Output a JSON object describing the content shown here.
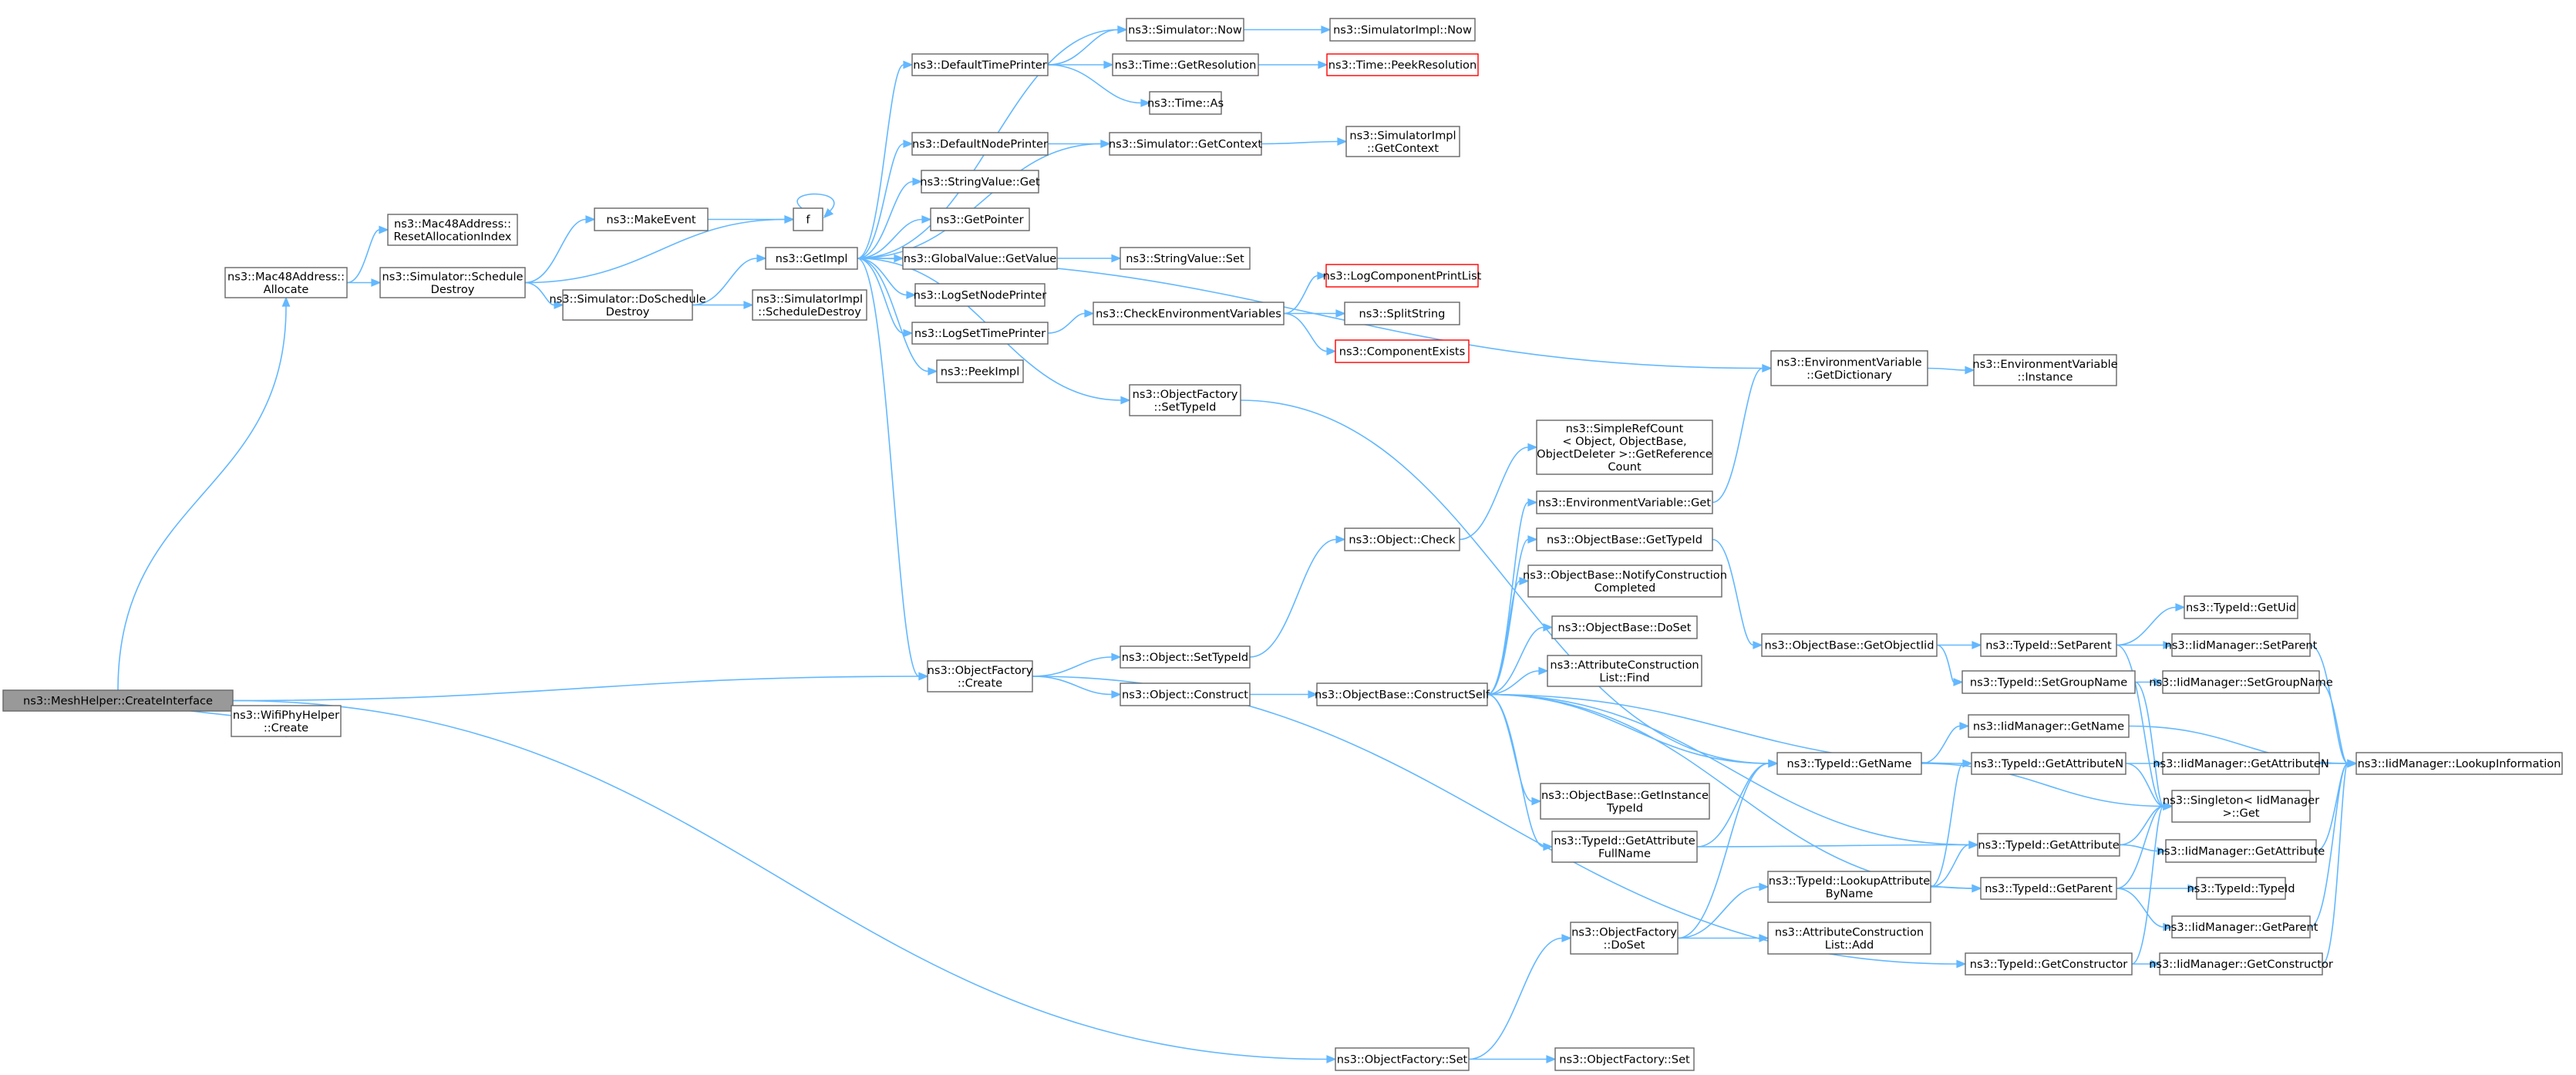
{
  "colors": {
    "edge": "#63b8ff",
    "node_border": "#666666",
    "undocumented_border": "#ff0000",
    "root_fill": "#999999"
  },
  "nodes": {
    "root": {
      "lines": [
        "ns3::MeshHelper::CreateInterface"
      ]
    },
    "mac48_allocate": {
      "lines": [
        "ns3::Mac48Address::",
        "Allocate"
      ]
    },
    "mac48_reset": {
      "lines": [
        "ns3::Mac48Address::",
        "ResetAllocationIndex"
      ]
    },
    "sim_sched_destroy": {
      "lines": [
        "ns3::Simulator::Schedule",
        "Destroy"
      ]
    },
    "make_event": {
      "lines": [
        "ns3::MakeEvent"
      ]
    },
    "f": {
      "lines": [
        "f"
      ]
    },
    "sim_do_sched_destroy": {
      "lines": [
        "ns3::Simulator::DoSchedule",
        "Destroy"
      ]
    },
    "simimpl_sched_destroy": {
      "lines": [
        "ns3::SimulatorImpl",
        "::ScheduleDestroy"
      ]
    },
    "get_impl": {
      "lines": [
        "ns3::GetImpl"
      ]
    },
    "default_time_printer": {
      "lines": [
        "ns3::DefaultTimePrinter"
      ]
    },
    "sim_now": {
      "lines": [
        "ns3::Simulator::Now"
      ]
    },
    "simimpl_now": {
      "lines": [
        "ns3::SimulatorImpl::Now"
      ]
    },
    "time_get_resolution": {
      "lines": [
        "ns3::Time::GetResolution"
      ]
    },
    "time_peek_resolution": {
      "lines": [
        "ns3::Time::PeekResolution"
      ]
    },
    "time_as": {
      "lines": [
        "ns3::Time::As"
      ]
    },
    "default_node_printer": {
      "lines": [
        "ns3::DefaultNodePrinter"
      ]
    },
    "sim_get_context": {
      "lines": [
        "ns3::Simulator::GetContext"
      ]
    },
    "simimpl_get_context": {
      "lines": [
        "ns3::SimulatorImpl",
        "::GetContext"
      ]
    },
    "stringvalue_get": {
      "lines": [
        "ns3::StringValue::Get"
      ]
    },
    "get_pointer": {
      "lines": [
        "ns3::GetPointer"
      ]
    },
    "globalvalue_getvalue": {
      "lines": [
        "ns3::GlobalValue::GetValue"
      ]
    },
    "stringvalue_set": {
      "lines": [
        "ns3::StringValue::Set"
      ]
    },
    "log_set_node_printer": {
      "lines": [
        "ns3::LogSetNodePrinter"
      ]
    },
    "log_set_time_printer": {
      "lines": [
        "ns3::LogSetTimePrinter"
      ]
    },
    "check_env_vars": {
      "lines": [
        "ns3::CheckEnvironmentVariables"
      ]
    },
    "log_component_print_list": {
      "lines": [
        "ns3::LogComponentPrintList"
      ]
    },
    "split_string": {
      "lines": [
        "ns3::SplitString"
      ]
    },
    "component_exists": {
      "lines": [
        "ns3::ComponentExists"
      ]
    },
    "peek_impl": {
      "lines": [
        "ns3::PeekImpl"
      ]
    },
    "of_set_typeid": {
      "lines": [
        "ns3::ObjectFactory",
        "::SetTypeId"
      ]
    },
    "env_get_dictionary": {
      "lines": [
        "ns3::EnvironmentVariable",
        "::GetDictionary"
      ]
    },
    "env_instance": {
      "lines": [
        "ns3::EnvironmentVariable",
        "::Instance"
      ]
    },
    "simple_ref_count": {
      "lines": [
        "ns3::SimpleRefCount",
        "< Object, ObjectBase,",
        "ObjectDeleter >::GetReference",
        "Count"
      ]
    },
    "env_get": {
      "lines": [
        "ns3::EnvironmentVariable::Get"
      ]
    },
    "object_check": {
      "lines": [
        "ns3::Object::Check"
      ]
    },
    "ob_get_typeid": {
      "lines": [
        "ns3::ObjectBase::GetTypeId"
      ]
    },
    "ob_notify_construction": {
      "lines": [
        "ns3::ObjectBase::NotifyConstruction",
        "Completed"
      ]
    },
    "ob_doset": {
      "lines": [
        "ns3::ObjectBase::DoSet"
      ]
    },
    "acl_find": {
      "lines": [
        "ns3::AttributeConstruction",
        "List::Find"
      ]
    },
    "ob_get_object_iid": {
      "lines": [
        "ns3::ObjectBase::GetObjectIid"
      ]
    },
    "typeid_set_parent": {
      "lines": [
        "ns3::TypeId::SetParent"
      ]
    },
    "typeid_get_uid": {
      "lines": [
        "ns3::TypeId::GetUid"
      ]
    },
    "iid_set_parent": {
      "lines": [
        "ns3::IidManager::SetParent"
      ]
    },
    "typeid_set_group_name": {
      "lines": [
        "ns3::TypeId::SetGroupName"
      ]
    },
    "iid_set_group_name": {
      "lines": [
        "ns3::IidManager::SetGroupName"
      ]
    },
    "of_create": {
      "lines": [
        "ns3::ObjectFactory",
        "::Create"
      ]
    },
    "object_set_typeid": {
      "lines": [
        "ns3::Object::SetTypeId"
      ]
    },
    "object_construct": {
      "lines": [
        "ns3::Object::Construct"
      ]
    },
    "ob_construct_self": {
      "lines": [
        "ns3::ObjectBase::ConstructSelf"
      ]
    },
    "wifiphy_create": {
      "lines": [
        "ns3::WifiPhyHelper",
        "::Create"
      ]
    },
    "iid_get_name": {
      "lines": [
        "ns3::IidManager::GetName"
      ]
    },
    "typeid_get_name": {
      "lines": [
        "ns3::TypeId::GetName"
      ]
    },
    "typeid_get_attribute_n": {
      "lines": [
        "ns3::TypeId::GetAttributeN"
      ]
    },
    "iid_get_attribute_n": {
      "lines": [
        "ns3::IidManager::GetAttributeN"
      ]
    },
    "iid_lookup_information": {
      "lines": [
        "ns3::IidManager::LookupInformation"
      ]
    },
    "singleton_get": {
      "lines": [
        "ns3::Singleton< IidManager",
        ">::Get"
      ]
    },
    "ob_get_instance_typeid": {
      "lines": [
        "ns3::ObjectBase::GetInstance",
        "TypeId"
      ]
    },
    "typeid_get_attribute_fullname": {
      "lines": [
        "ns3::TypeId::GetAttribute",
        "FullName"
      ]
    },
    "typeid_get_attribute": {
      "lines": [
        "ns3::TypeId::GetAttribute"
      ]
    },
    "iid_get_attribute": {
      "lines": [
        "ns3::IidManager::GetAttribute"
      ]
    },
    "typeid_lookup_attribute_byname": {
      "lines": [
        "ns3::TypeId::LookupAttribute",
        "ByName"
      ]
    },
    "typeid_get_parent": {
      "lines": [
        "ns3::TypeId::GetParent"
      ]
    },
    "typeid_typeid": {
      "lines": [
        "ns3::TypeId::TypeId"
      ]
    },
    "iid_get_parent": {
      "lines": [
        "ns3::IidManager::GetParent"
      ]
    },
    "of_doset": {
      "lines": [
        "ns3::ObjectFactory",
        "::DoSet"
      ]
    },
    "acl_add": {
      "lines": [
        "ns3::AttributeConstruction",
        "List::Add"
      ]
    },
    "typeid_get_constructor": {
      "lines": [
        "ns3::TypeId::GetConstructor"
      ]
    },
    "iid_get_constructor": {
      "lines": [
        "ns3::IidManager::GetConstructor"
      ]
    },
    "of_set": {
      "lines": [
        "ns3::ObjectFactory::Set"
      ]
    },
    "of_set2": {
      "lines": [
        "ns3::ObjectFactory::Set"
      ]
    }
  }
}
